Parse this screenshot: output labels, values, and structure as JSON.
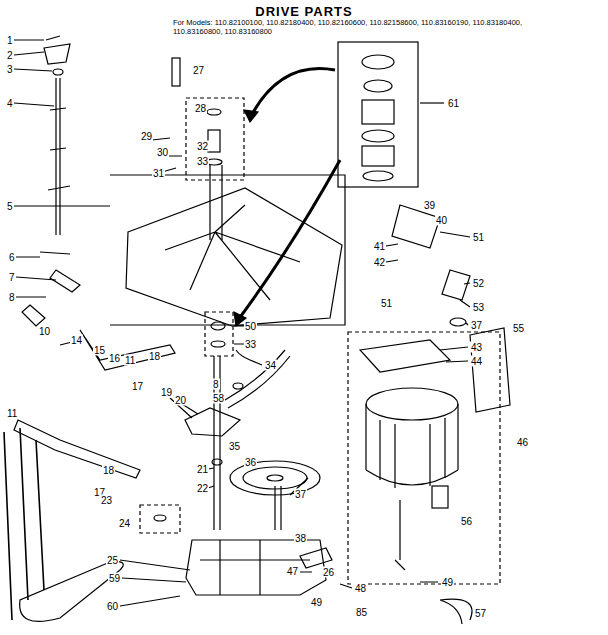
{
  "diagram": {
    "title": "DRIVE PARTS",
    "labels": [
      "For Models: 110.82100100, 110.82180400, 110.82160600, 110.82158600, 110.83160190, 110.83180400, 110.83160800, 110.83160800",
      "1",
      "2",
      "27",
      "3",
      "28",
      "4",
      "29",
      "32",
      "30",
      "33",
      "31",
      "61",
      "5",
      "39",
      "40",
      "51",
      "41",
      "42",
      "6",
      "7",
      "52",
      "8",
      "51",
      "53",
      "37",
      "55",
      "50",
      "10",
      "14",
      "15",
      "16",
      "11",
      "18",
      "33",
      "43",
      "44",
      "34",
      "8",
      "17",
      "19",
      "20",
      "58",
      "11",
      "46",
      "35",
      "36",
      "21",
      "18",
      "22",
      "17",
      "37",
      "23",
      "56",
      "24",
      "38",
      "25",
      "26",
      "47",
      "59",
      "49",
      "48",
      "49",
      "60",
      "85",
      "57"
    ]
  }
}
